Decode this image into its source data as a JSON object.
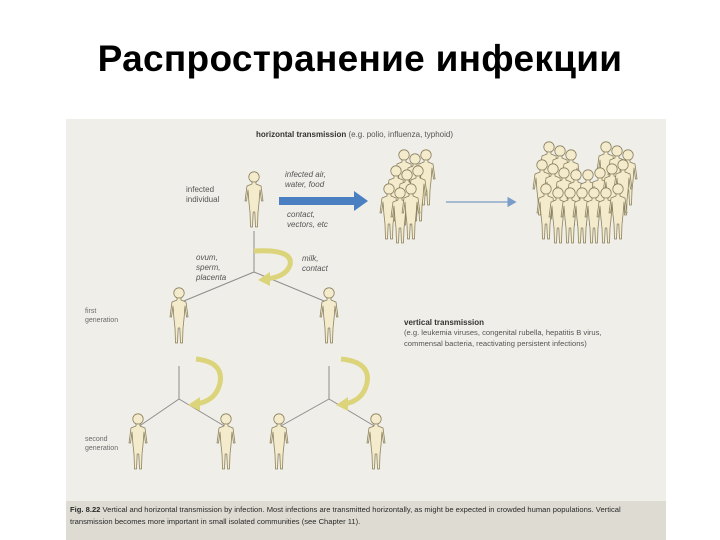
{
  "slide": {
    "title": "Распространение инфекции"
  },
  "figure": {
    "horizontal": {
      "title": "horizontal transmission",
      "examples": "(e.g. polio, influenza, typhoid)",
      "route_upper": "infected air,\nwater, food",
      "route_lower": "contact,\nvectors, etc"
    },
    "infected_individual": "infected\nindividual",
    "vertical_routes": {
      "left": "ovum,\nsperm,\nplacenta",
      "right": "milk,\ncontact"
    },
    "generations": {
      "first": "first\ngeneration",
      "second": "second\ngeneration"
    },
    "vertical": {
      "title": "vertical transmission",
      "examples": "(e.g. leukemia viruses, congenital rubella, hepatitis B virus, commensal bacteria, reactivating persistent infections)"
    },
    "caption": {
      "fig_label": "Fig. 8.22",
      "text": "Vertical and horizontal transmission by infection. Most infections are transmitted horizontally, as might be expected in crowded human populations. Vertical transmission becomes more important in small isolated communities (see Chapter 11)."
    },
    "colors": {
      "figure_bg": "#f0eee9",
      "person_fill": "#f3ebcb",
      "person_stroke": "#8a8160",
      "arrow_blue": "#4a7fc1",
      "arrow_yellow": "#dcd47a",
      "line": "#8c8c8c"
    }
  }
}
